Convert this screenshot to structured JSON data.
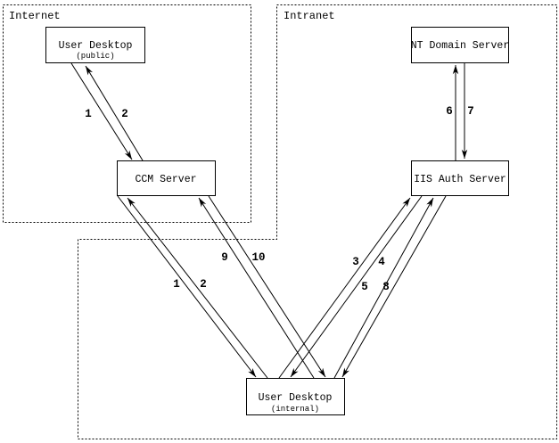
{
  "colors": {
    "ink": "#000000",
    "background": "#ffffff"
  },
  "zones": {
    "internet": {
      "label": "Internet"
    },
    "intranet": {
      "label": "Intranet"
    }
  },
  "nodes": {
    "user_desktop_public": {
      "title": "User Desktop",
      "subtitle": "(public)"
    },
    "ccm_server": {
      "title": "CCM Server"
    },
    "nt_domain_server": {
      "title": "NT Domain Server"
    },
    "iis_auth_server": {
      "title": "IIS Auth Server"
    },
    "user_desktop_internal": {
      "title": "User Desktop",
      "subtitle": "(internal)"
    }
  },
  "flows": [
    {
      "label": "1",
      "from": "User Desktop (public)",
      "to": "CCM Server"
    },
    {
      "label": "2",
      "from": "CCM Server",
      "to": "User Desktop (public)"
    },
    {
      "label": "1",
      "from": "CCM Server",
      "to": "User Desktop (internal)"
    },
    {
      "label": "2",
      "from": "User Desktop (internal)",
      "to": "CCM Server"
    },
    {
      "label": "9",
      "from": "User Desktop (internal)",
      "to": "CCM Server"
    },
    {
      "label": "10",
      "from": "CCM Server",
      "to": "User Desktop (internal)"
    },
    {
      "label": "3",
      "from": "User Desktop (internal)",
      "to": "IIS Auth Server"
    },
    {
      "label": "4",
      "from": "IIS Auth Server",
      "to": "User Desktop (internal)"
    },
    {
      "label": "5",
      "from": "User Desktop (internal)",
      "to": "IIS Auth Server"
    },
    {
      "label": "8",
      "from": "IIS Auth Server",
      "to": "User Desktop (internal)"
    },
    {
      "label": "6",
      "from": "IIS Auth Server",
      "to": "NT Domain Server"
    },
    {
      "label": "7",
      "from": "NT Domain Server",
      "to": "IIS Auth Server"
    }
  ]
}
